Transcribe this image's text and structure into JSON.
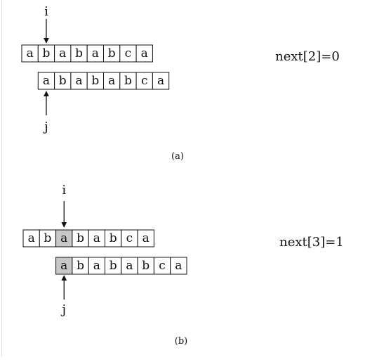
{
  "colors": {
    "ink": "#111111",
    "highlight": "#c8c8c8",
    "cell_fill": "#ffffff"
  },
  "panels": [
    {
      "id": "a",
      "caption": "(a)",
      "pointer_i_label": "i",
      "pointer_j_label": "j",
      "text_string": [
        "a",
        "b",
        "a",
        "b",
        "a",
        "b",
        "c",
        "a"
      ],
      "pattern_string": [
        "a",
        "b",
        "a",
        "b",
        "a",
        "b",
        "c",
        "a"
      ],
      "i_index": 1,
      "pattern_shift": 1,
      "highlighted_text": [],
      "highlighted_pattern": [],
      "result": "next[2]=0"
    },
    {
      "id": "b",
      "caption": "(b)",
      "pointer_i_label": "i",
      "pointer_j_label": "j",
      "text_string": [
        "a",
        "b",
        "a",
        "b",
        "a",
        "b",
        "c",
        "a"
      ],
      "pattern_string": [
        "a",
        "b",
        "a",
        "b",
        "a",
        "b",
        "c",
        "a"
      ],
      "i_index": 2,
      "pattern_shift": 2,
      "highlighted_text": [
        2
      ],
      "highlighted_pattern": [
        0
      ],
      "result": "next[3]=1"
    }
  ]
}
